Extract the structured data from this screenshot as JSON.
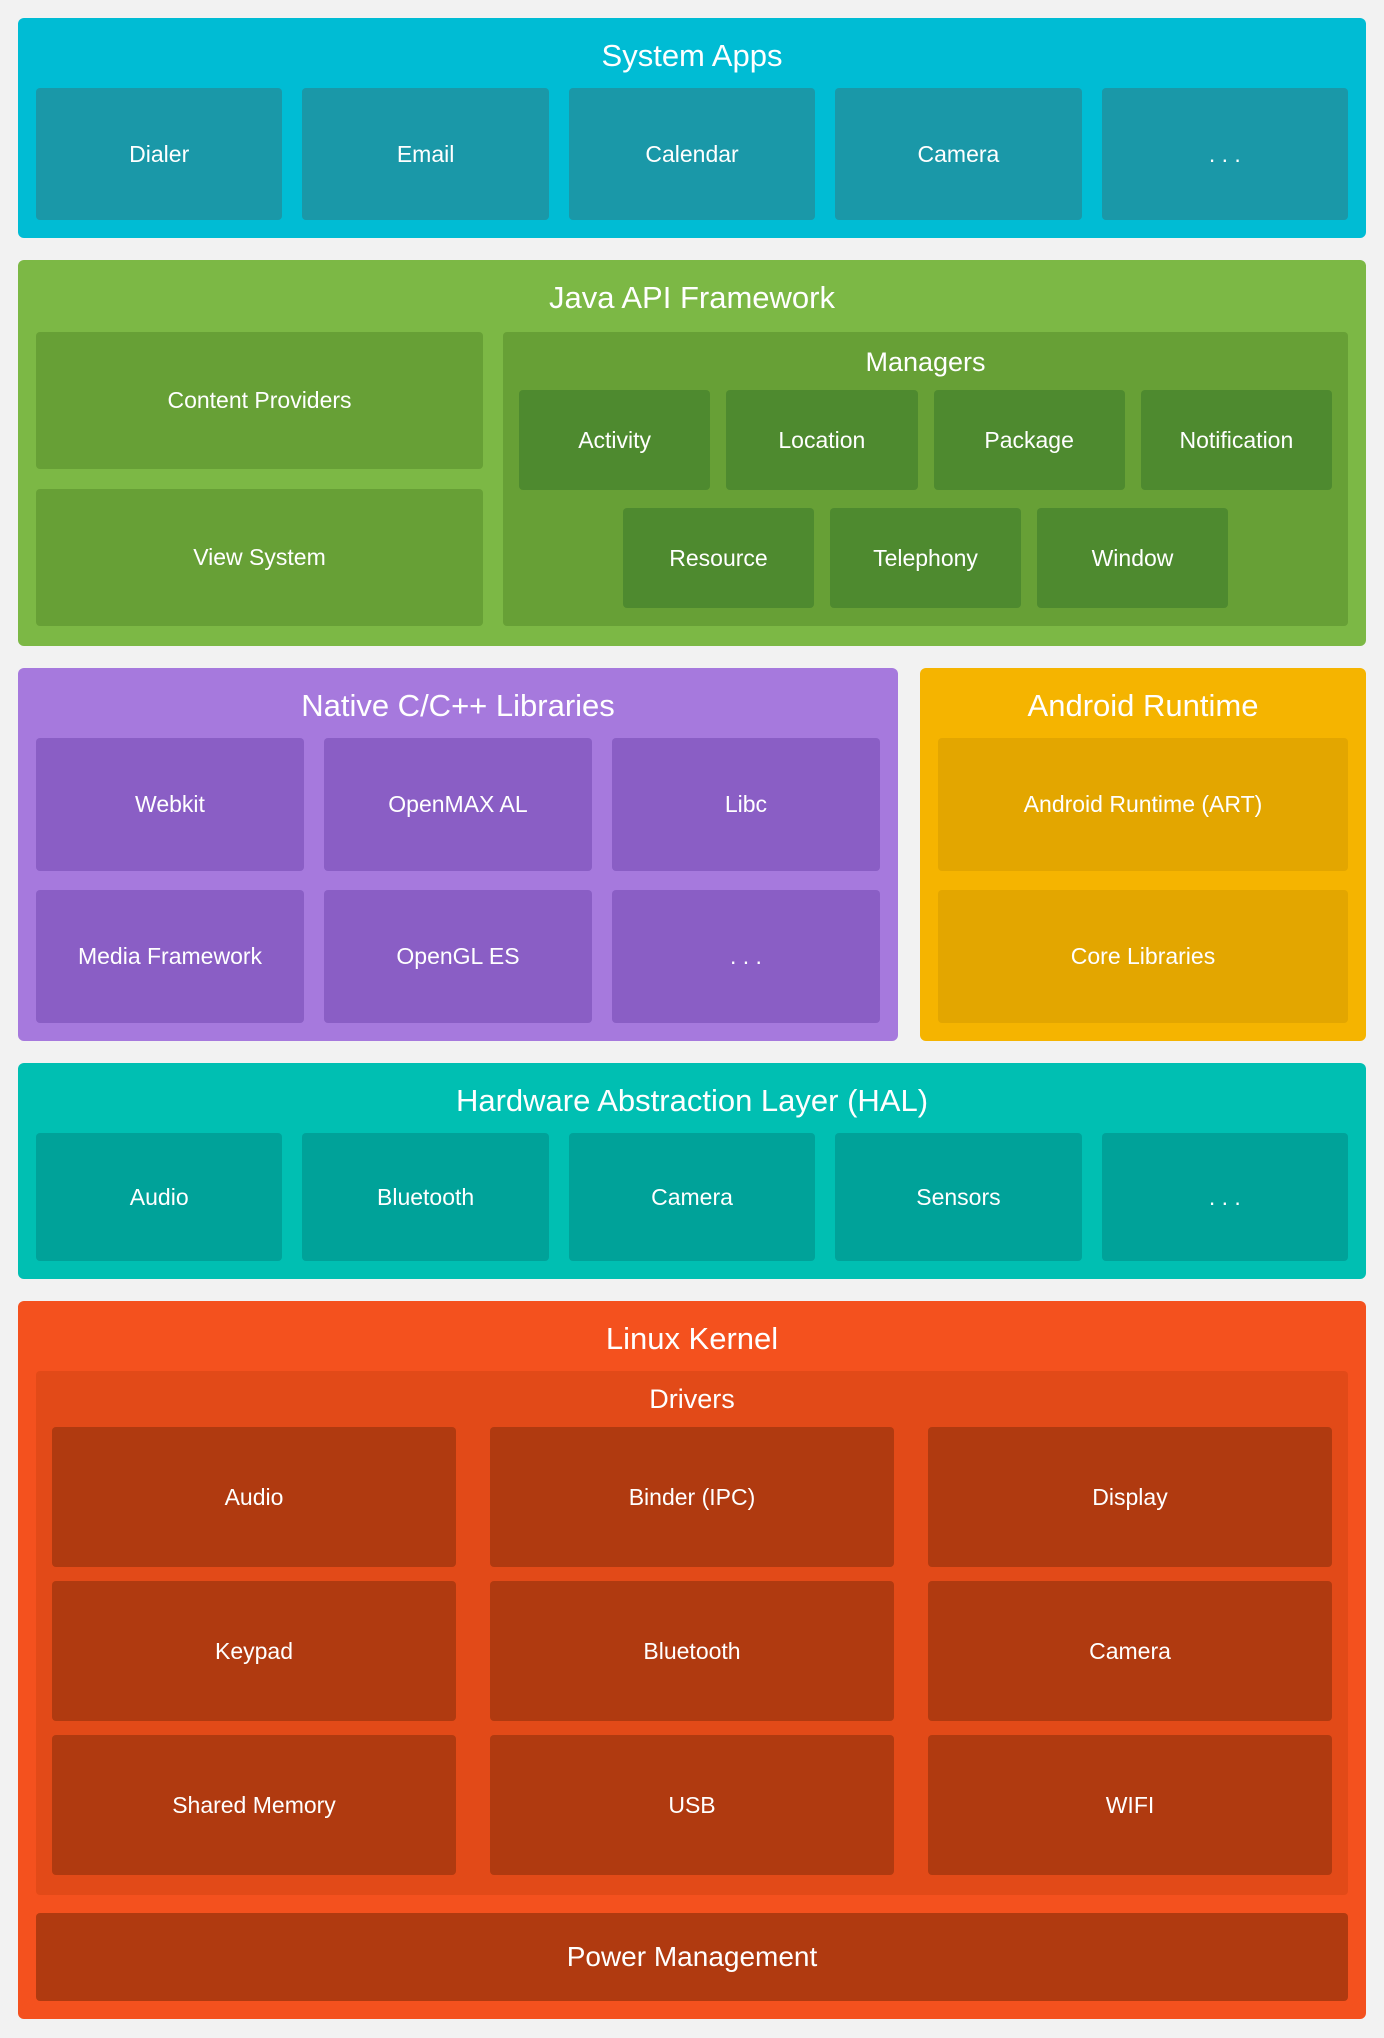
{
  "colors": {
    "background": "#f2f2f2",
    "system_apps_outer": "#00bcd4",
    "system_apps_inner": "#1a98a8",
    "java_outer": "#7cb845",
    "java_mid": "#67a036",
    "java_inner": "#4e8a2f",
    "native_outer": "#a679dd",
    "native_inner": "#8a5ec5",
    "runtime_outer": "#f5b400",
    "runtime_inner": "#e3a600",
    "hal_outer": "#00bfb2",
    "hal_inner": "#00a299",
    "kernel_outer": "#f4511e",
    "kernel_mid": "#e24a18",
    "kernel_inner": "#b03a10",
    "text": "#ffffff"
  },
  "layers": {
    "system_apps": {
      "title": "System Apps",
      "items": [
        "Dialer",
        "Email",
        "Calendar",
        "Camera",
        ". . ."
      ]
    },
    "java_api": {
      "title": "Java API Framework",
      "left_items": [
        "Content Providers",
        "View System"
      ],
      "managers": {
        "title": "Managers",
        "row1": [
          "Activity",
          "Location",
          "Package",
          "Notification"
        ],
        "row2": [
          "Resource",
          "Telephony",
          "Window"
        ]
      }
    },
    "native_libs": {
      "title": "Native C/C++ Libraries",
      "items": [
        "Webkit",
        "OpenMAX AL",
        "Libc",
        "Media Framework",
        "OpenGL ES",
        ". . ."
      ]
    },
    "android_runtime": {
      "title": "Android Runtime",
      "items": [
        "Android Runtime (ART)",
        "Core Libraries"
      ]
    },
    "hal": {
      "title": "Hardware Abstraction Layer (HAL)",
      "items": [
        "Audio",
        "Bluetooth",
        "Camera",
        "Sensors",
        ". . ."
      ]
    },
    "linux_kernel": {
      "title": "Linux Kernel",
      "drivers": {
        "title": "Drivers",
        "grid": [
          "Audio",
          "Binder (IPC)",
          "Display",
          "Keypad",
          "Bluetooth",
          "Camera",
          "Shared Memory",
          "USB",
          "WIFI"
        ]
      },
      "power": "Power Management"
    }
  }
}
